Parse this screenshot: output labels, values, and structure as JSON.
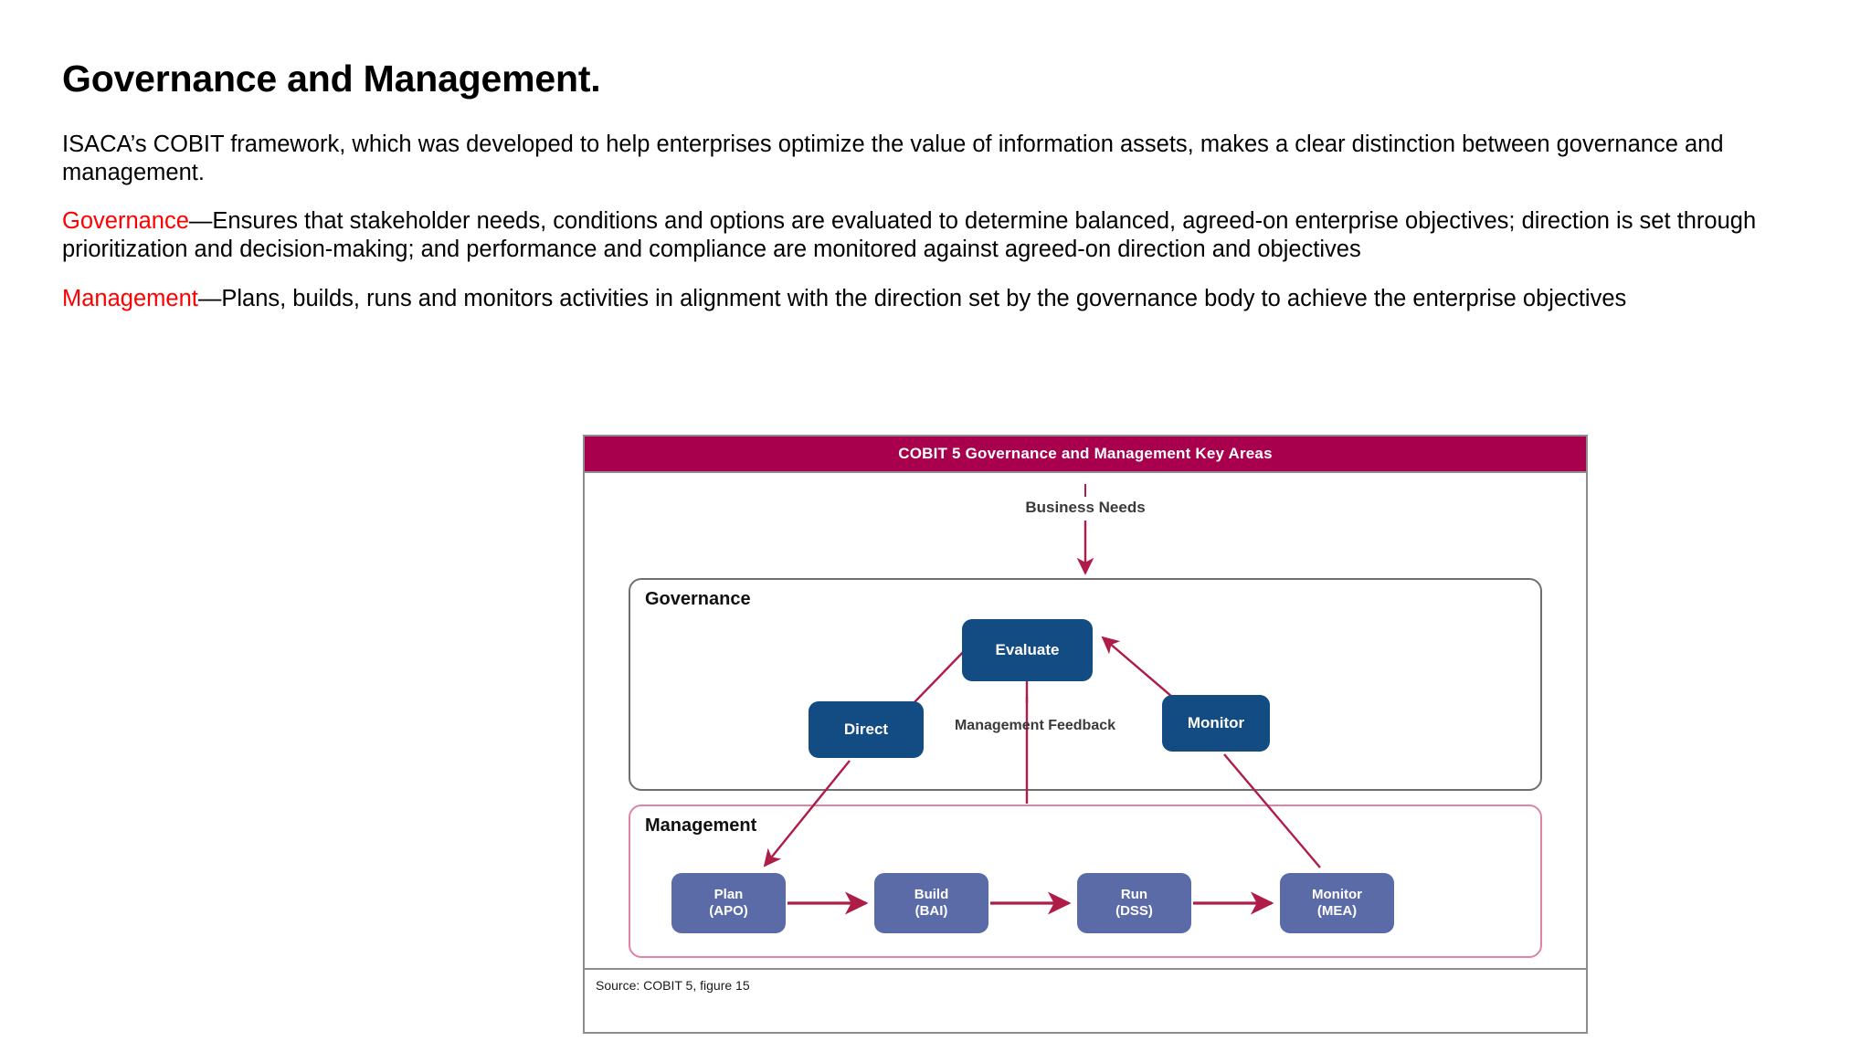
{
  "slide": {
    "title": "Governance and Management.",
    "paragraphs": [
      {
        "lead": "",
        "text": "ISACA’s COBIT framework, which was developed to help enterprises optimize the value of information assets, makes a clear distinction between governance and management."
      },
      {
        "lead": "Governance",
        "text": "—Ensures that stakeholder needs, conditions and options are evaluated to determine balanced, agreed-on enterprise objectives; direction is set through prioritization and decision-making; and performance and compliance are monitored against agreed-on direction and objectives"
      },
      {
        "lead": "Management",
        "text": "—Plans, builds, runs and monitors activities in alignment with the direction set by the governance body to achieve the enterprise objectives"
      }
    ],
    "term_color": "#FF0000"
  },
  "figure": {
    "header_title": "COBIT 5 Governance and Management Key Areas",
    "header_color": "#A8004C",
    "source_note": "Source:  COBIT 5, figure 15",
    "input_label": "Business Needs",
    "feedback_label": "Management Feedback",
    "governance": {
      "label": "Governance",
      "box_color": "#134C82",
      "border_color": "#6F6F6F",
      "nodes": [
        {
          "label": "Evaluate"
        },
        {
          "label": "Direct"
        },
        {
          "label": "Monitor"
        }
      ]
    },
    "management": {
      "label": "Management",
      "box_color": "#5A6BA8",
      "border_color": "#E0849F",
      "nodes": [
        {
          "line1": "Plan",
          "line2": "(APO)"
        },
        {
          "line1": "Build",
          "line2": "(BAI)"
        },
        {
          "line1": "Run",
          "line2": "(DSS)"
        },
        {
          "line1": "Monitor",
          "line2": "(MEA)"
        }
      ]
    },
    "arrow_color": "#B01C48"
  }
}
